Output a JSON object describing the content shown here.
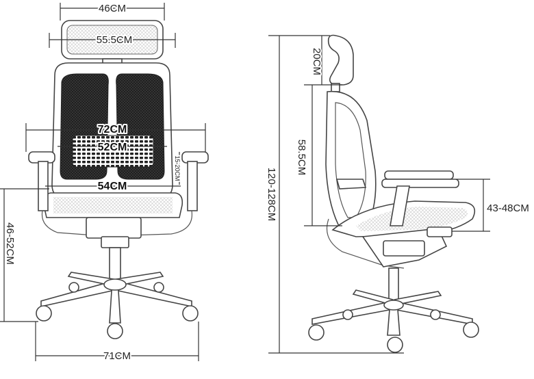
{
  "front_view": {
    "headrest_width": "46CM",
    "headrest_inner": "55.5CM",
    "armrest_span": "72CM",
    "lumbar_width": "52CM",
    "seat_width": "54CM",
    "armrest_adjust": "15-20CM",
    "seat_height": "46-52CM",
    "base_width": "71CM"
  },
  "side_view": {
    "headrest_height": "20CM",
    "backrest_height": "58.5CM",
    "total_height": "120-128CM",
    "armrest_height": "43-48CM"
  }
}
